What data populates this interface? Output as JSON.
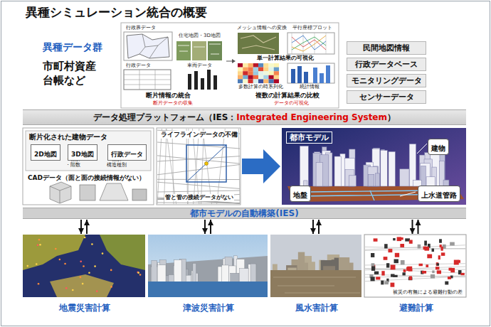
{
  "diagram": {
    "title": "異種シミュレーション統合の概要",
    "nodes": [
      {
        "text": [
          "民間地図情報"
        ]
      },
      {
        "text": [
          "行政データベース"
        ]
      },
      {
        "text": [
          "モニタリングデータ"
        ]
      },
      {
        "text": [
          "センサーデータ"
        ]
      },
      {
        "text": [
          "データ処理プラットフォーム（IES：",
          "Integrated Engineering System",
          "）"
        ]
      },
      {
        "text": [
          "断片化された建物データ",
          "CADデータ（面と面の接続情報がない）"
        ]
      },
      {
        "text": [
          "2D地図"
        ],
        "in": 5
      },
      {
        "text": [
          "3D地図"
        ],
        "in": 5
      },
      {
        "text": [
          "行政データ"
        ],
        "in": 5
      },
      {
        "text": [
          "ライフラインデータの不備",
          "管と管の接続データがない"
        ]
      },
      {
        "text": [
          "都市モデル"
        ]
      },
      {
        "text": [
          "建物"
        ],
        "in": 10
      },
      {
        "text": [
          "地盤"
        ],
        "in": 10
      },
      {
        "text": [
          "上水道管路"
        ],
        "in": 10
      },
      {
        "text": [
          "都市モデルの自動構築(IES)"
        ]
      },
      {
        "text": [
          "地震災害計算"
        ]
      },
      {
        "text": [
          "津波災害計算"
        ]
      },
      {
        "text": [
          "風水害計算"
        ]
      },
      {
        "text": [
          "避難計算",
          "被災の有無による避難行動の差"
        ]
      }
    ],
    "edges": [
      {
        "from": 9,
        "to": 10,
        "arrow": "to"
      },
      {
        "from": 14,
        "to": 15,
        "arrow": "both"
      },
      {
        "from": 14,
        "to": 16,
        "arrow": "both"
      },
      {
        "from": 14,
        "to": 17,
        "arrow": "both"
      },
      {
        "from": 14,
        "to": 18,
        "arrow": "both"
      }
    ],
    "labels": [
      "異種データ群",
      "市町村資産台帳など",
      "行政界データ",
      "住宅地図・3D地図",
      "行政データ",
      "車両データ",
      "断片情報の統合",
      "断片データの収集",
      "メッシュ情報への変換",
      "平行座標プロット",
      "単一計算結果の可視化",
      "多数計算の時系列化",
      "統計情報",
      "複数の計算結果の比較",
      "データの可視化",
      "・住所 ・階数",
      "・住所 ・構造種別"
    ]
  }
}
